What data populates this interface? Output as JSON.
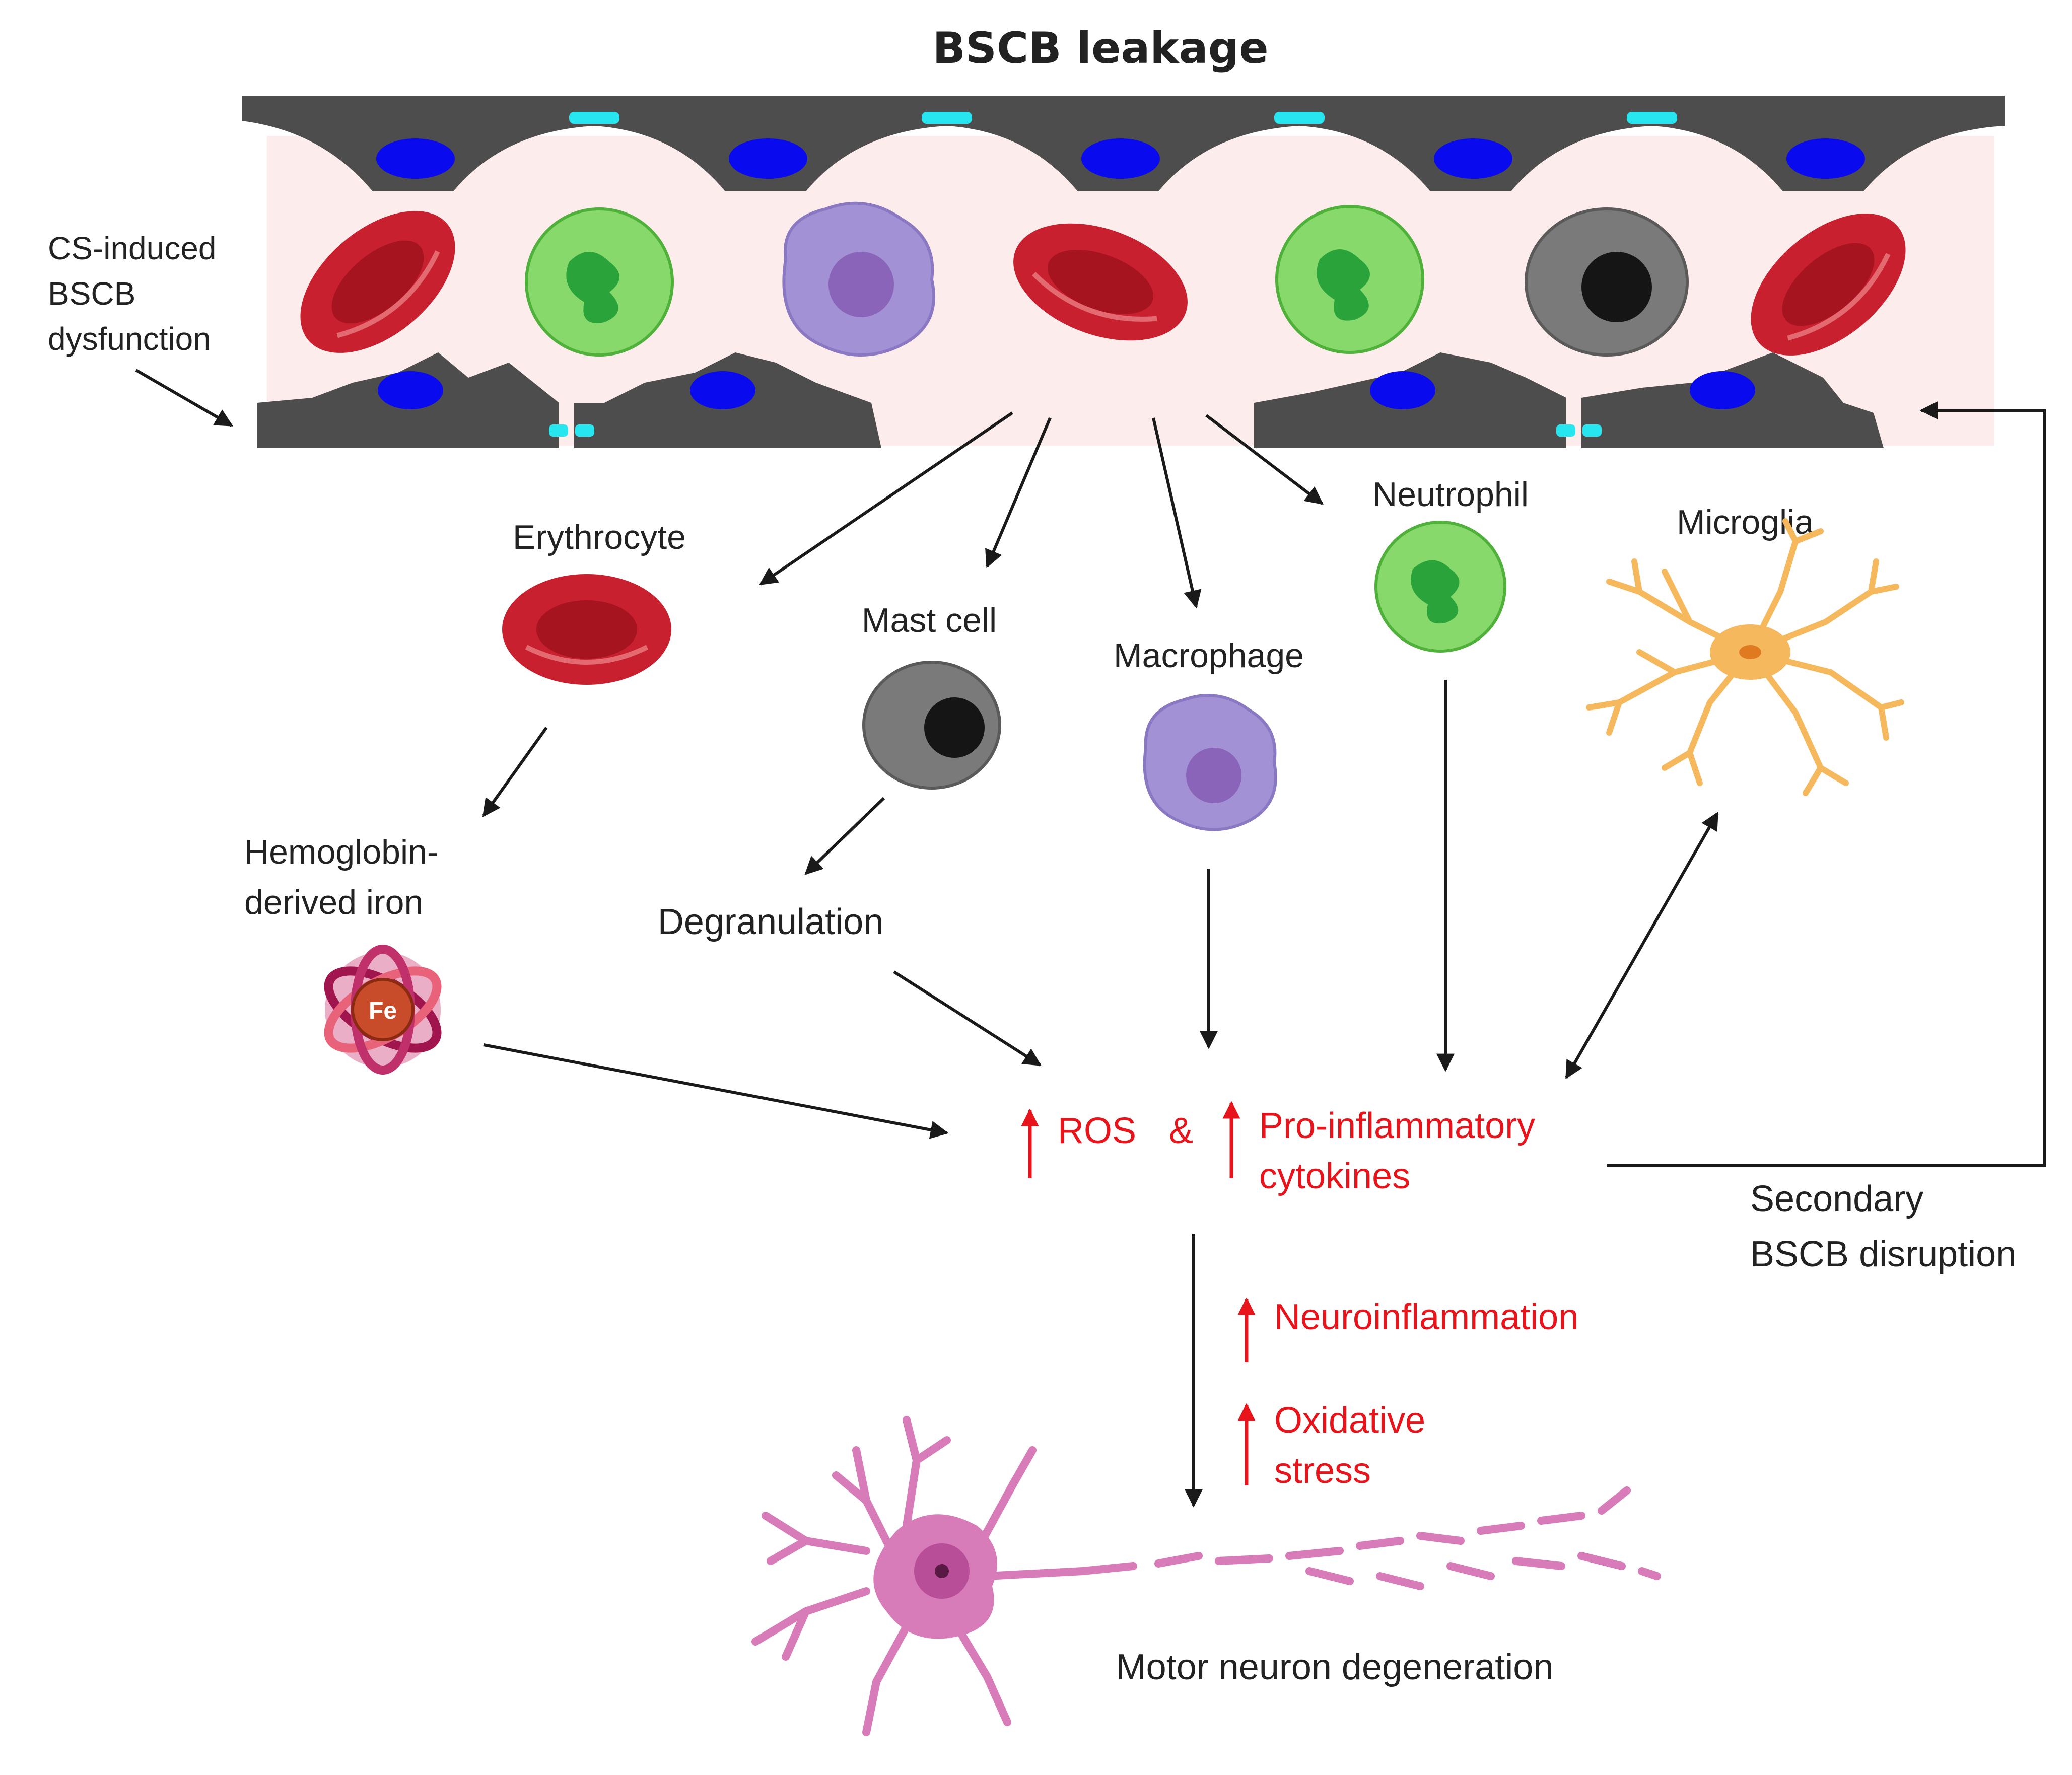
{
  "title": "BSCB leakage",
  "cs_induced": [
    "CS-induced",
    "BSCB",
    "dysfunction"
  ],
  "cells": {
    "erythrocyte": "Erythrocyte",
    "mast_cell": "Mast cell",
    "macrophage": "Macrophage",
    "neutrophil": "Neutrophil",
    "microglia": "Microglia"
  },
  "iron": {
    "line1": "Hemoglobin-",
    "line2": "derived iron",
    "symbol": "Fe"
  },
  "degranulation": "Degranulation",
  "ros": "ROS",
  "amp": "&",
  "cytokines": {
    "line1": "Pro-inflammatory",
    "line2": "cytokines"
  },
  "secondary": {
    "line1": "Secondary",
    "line2": "BSCB disruption"
  },
  "neuroinflammation": "Neuroinflammation",
  "oxidative": {
    "line1": "Oxidative",
    "line2": "stress"
  },
  "motor_neuron": "Motor neuron degeneration",
  "colors": {
    "endothelium": "#4d4d4d",
    "nucleus": "#0a0aef",
    "tight_junction": "#27e6ef",
    "vessel_lumen": "#fdecec",
    "erythrocyte": "#c8202e",
    "neutrophil": "#86d96a",
    "macrophage": "#a291d4",
    "mast_cell": "#7a7a7a",
    "microglia": "#f5b85c",
    "neuron": "#d87bb9",
    "highlight_red": "#e8141b"
  }
}
